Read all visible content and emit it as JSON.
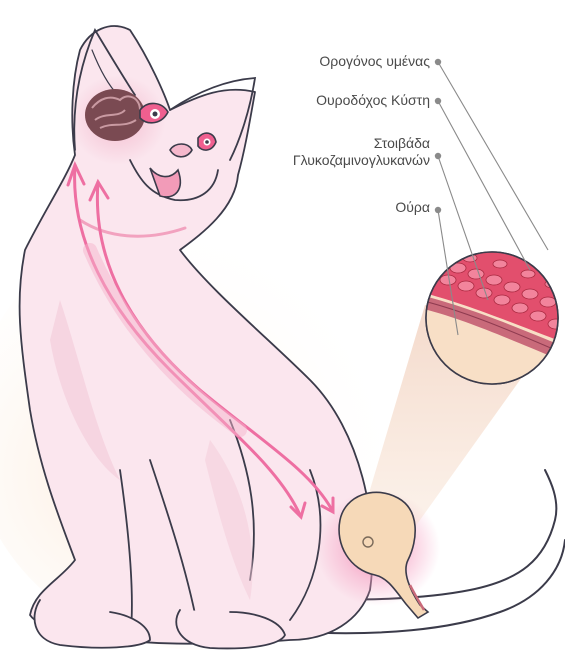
{
  "labels": {
    "serosa": "Ορογόνος υμένας",
    "bladder": "Ουροδόχος Κύστη",
    "gag_line1": "Στοιβάδα",
    "gag_line2": "Γλυκοζαμινογλυκανών",
    "urine": "Ούρα"
  },
  "colors": {
    "outline": "#3b3b4a",
    "cat_fill": "#fbe6ee",
    "cat_shade": "#f4c9d8",
    "arrow": "#ee6fa2",
    "glow": "#f5a1c3",
    "bladder": "#f6d9b8",
    "cells": "#d8425f",
    "dot": "#8a8a8a"
  },
  "icons": [
    "cat-illustration",
    "brain-icon",
    "bladder-icon",
    "magnifier-lens-icon"
  ]
}
